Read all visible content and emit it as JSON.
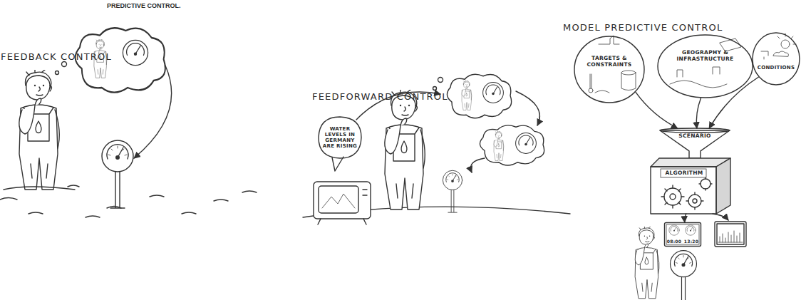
{
  "diagram": {
    "nodes": [
      {
        "text": [
          "WATER LEVELS IN GERMANY ARE RISING"
        ]
      },
      {
        "text": [
          "TARGETS & CONSTRAINTS"
        ]
      },
      {
        "text": [
          "GEOGRAPHY & INFRASTRUCTURE"
        ]
      },
      {
        "text": [
          "CONDITIONS"
        ]
      },
      {
        "text": [
          "SCENARIO"
        ]
      },
      {
        "text": [
          "ALGORITHM"
        ]
      },
      {
        "text": [
          "08:00",
          "13:20"
        ]
      }
    ],
    "edges": [
      {
        "from": 1,
        "to": 4,
        "arrow": "to"
      },
      {
        "from": 2,
        "to": 4,
        "arrow": "to"
      },
      {
        "from": 3,
        "to": 4,
        "arrow": "to"
      },
      {
        "from": 5,
        "to": 6,
        "arrow": "to"
      }
    ],
    "labels": [
      "PREDICTIVE CONTROL.",
      "FEEDBACK CONTROL",
      "FEEDFORWARD CONTROL",
      "MODEL PREDICTIVE CONTROL"
    ]
  }
}
